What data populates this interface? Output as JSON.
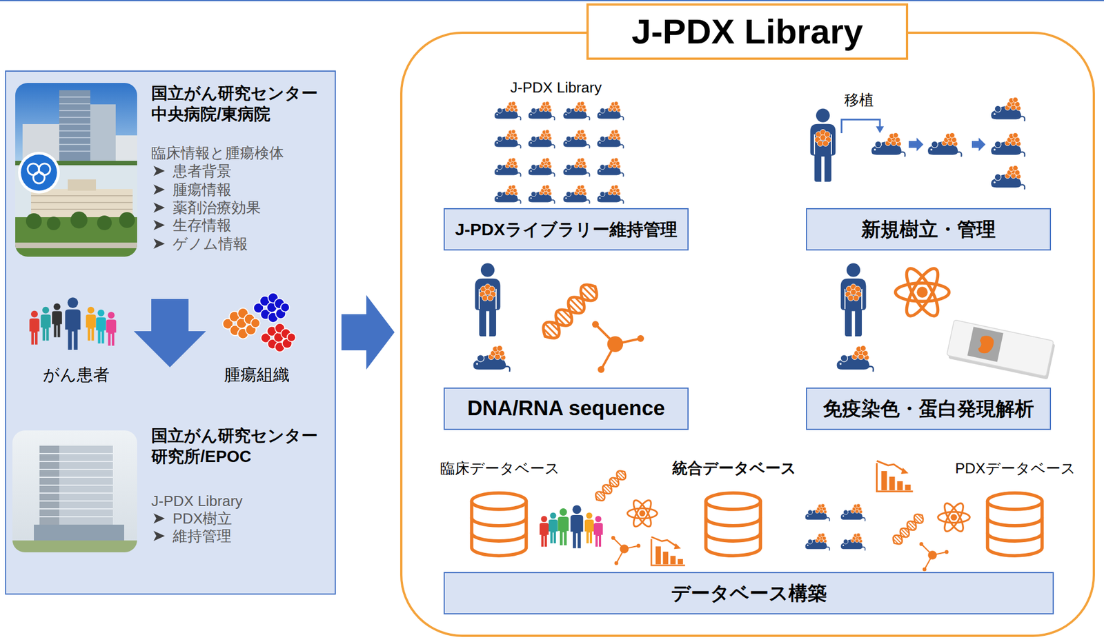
{
  "diagram": {
    "nodes": [
      {
        "text": [
          "国立がん研究センター 中央病院/東病院",
          "臨床情報と腫瘍検体",
          "患者背景",
          "腫瘍情報",
          "薬剤治療効果",
          "生存情報",
          "ゲノム情報",
          "がん患者",
          "腫瘍組織",
          "国立がん研究センター 研究所/EPOC",
          "J-PDX Library",
          "PDX樹立",
          "維持管理"
        ]
      },
      {
        "text": [
          "J-PDX Library"
        ]
      },
      {
        "text": [
          "J-PDXライブラリー維持管理"
        ],
        "in": 1
      },
      {
        "text": [
          "新規樹立・管理"
        ],
        "in": 1
      },
      {
        "text": [
          "DNA/RNA sequence"
        ],
        "in": 1
      },
      {
        "text": [
          "免疫染色・蛋白発現解析"
        ],
        "in": 1
      },
      {
        "text": [
          "データベース構築"
        ],
        "in": 1
      }
    ],
    "edges": [
      {
        "from": 0,
        "to": 1,
        "arrow": "to"
      }
    ],
    "labels": [
      "J-PDX Library",
      "移植",
      "臨床データベース",
      "統合データベース",
      "PDXデータベース"
    ]
  }
}
